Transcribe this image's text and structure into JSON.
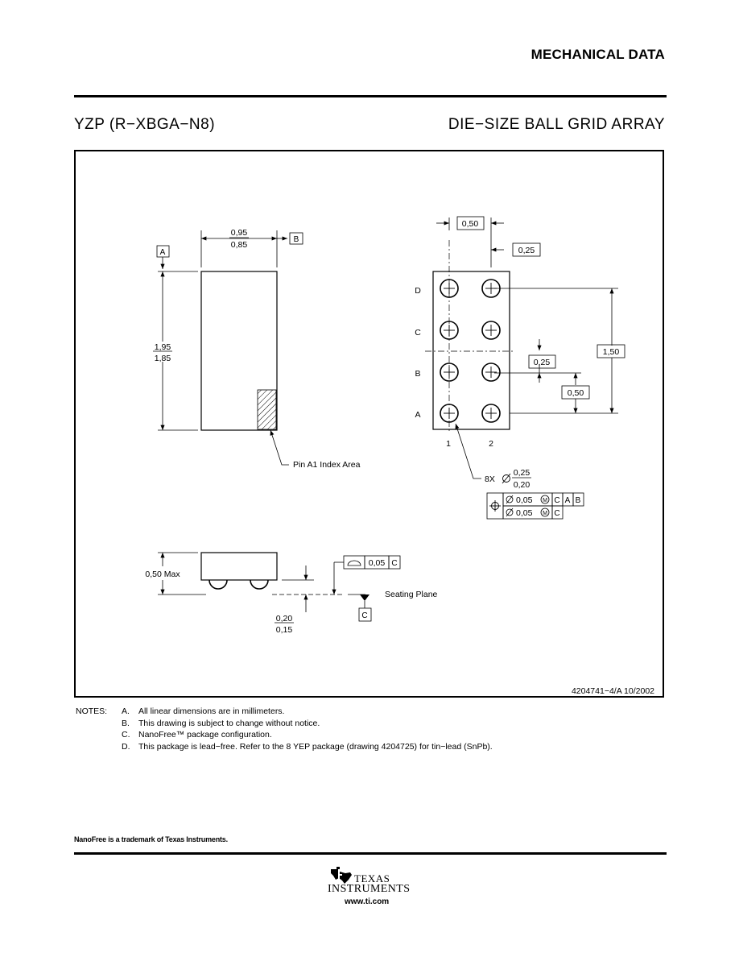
{
  "header": {
    "section_title": "MECHANICAL DATA",
    "package_code": "YZP (R−XBGA−N8)",
    "package_type": "DIE−SIZE BALL GRID ARRAY"
  },
  "drawing": {
    "top_view": {
      "datum_a": "A",
      "datum_b": "B",
      "width_max": "0,95",
      "width_min": "0,85",
      "length_max": "1,95",
      "length_min": "1,85",
      "index_label": "Pin A1 Index Area"
    },
    "bottom_view": {
      "pitch_x": "0,50",
      "offset_x": "0,25",
      "row_labels": [
        "D",
        "C",
        "B",
        "A"
      ],
      "col_labels": [
        "1",
        "2"
      ],
      "span_y": "1,50",
      "offset_y": "0,25",
      "pitch_y": "0,50",
      "ball_count": "8X",
      "ball_dia_max": "0,25",
      "ball_dia_min": "0,20",
      "tol_row1": [
        "0,05",
        "C",
        "A",
        "B"
      ],
      "tol_row2": [
        "0,05",
        "C"
      ]
    },
    "side_view": {
      "height": "0,50 Max",
      "flatness_value": "0,05",
      "flatness_datum": "C",
      "seating_plane": "Seating Plane",
      "datum_c": "C",
      "standoff_max": "0,20",
      "standoff_min": "0,15"
    },
    "drawing_number": "4204741−4/A  10/2002"
  },
  "notes": {
    "label": "NOTES:",
    "items": [
      {
        "key": "A.",
        "text": "All linear dimensions are in millimeters."
      },
      {
        "key": "B.",
        "text": "This drawing is subject to change without notice."
      },
      {
        "key": "C.",
        "text": "NanoFree™ package configuration."
      },
      {
        "key": "D.",
        "text": "This package is lead−free.  Refer to the 8 YEP package (drawing 4204725) for tin−lead (SnPb)."
      }
    ]
  },
  "footer": {
    "trademark": "NanoFree is a trademark of Texas Instruments.",
    "brand_line1": "TEXAS",
    "brand_line2": "INSTRUMENTS",
    "url": "www.ti.com",
    "logo_icon": "texas-state-logo-icon"
  }
}
